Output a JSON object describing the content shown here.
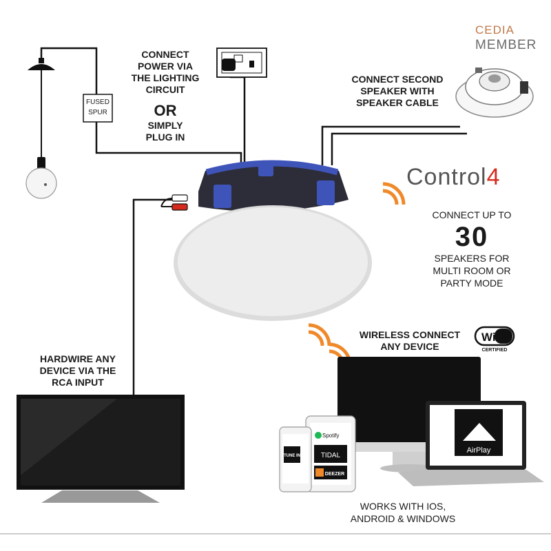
{
  "labels": {
    "power": [
      "CONNECT",
      "POWER VIA",
      "THE LIGHTING",
      "CIRCUIT"
    ],
    "or": "OR",
    "plug": [
      "SIMPLY",
      "PLUG IN"
    ],
    "fused_spur": [
      "FUSED",
      "SPUR"
    ],
    "second_speaker": [
      "CONNECT SECOND",
      "SPEAKER WITH",
      "SPEAKER CABLE"
    ],
    "hardwire": [
      "HARDWIRE ANY",
      "DEVICE VIA THE",
      "RCA INPUT"
    ],
    "wireless": [
      "WIRELESS CONNECT",
      "ANY DEVICE"
    ],
    "connect_up_to": "CONNECT UP TO",
    "speaker_count": "30",
    "multi_room": [
      "SPEAKERS FOR",
      "MULTI ROOM OR",
      "PARTY MODE"
    ],
    "works_with": [
      "WORKS WITH IOS,",
      "ANDROID & WINDOWS"
    ]
  },
  "logos": {
    "cedia_top": "CEDIA",
    "cedia_bottom": "MEMBER",
    "control4_text": "Control",
    "control4_num": "4",
    "wifi_text": "WiFi",
    "wifi_certified": "CERTIFIED",
    "airplay": "AirPlay",
    "spotify": "Spotify",
    "tidal": "TIDAL",
    "deezer": "DEEZER",
    "tunein": "TUNE IN"
  },
  "colors": {
    "wifi_orange": "#f0892a",
    "speaker_blue": "#3f54b8",
    "control4_red": "#d52b1e",
    "cedia_copper": "#c07a4a",
    "wire": "#111111"
  },
  "icons": [
    "pendant-light-icon",
    "wall-socket-icon",
    "wifi-signal-icon",
    "tv-icon",
    "monitor-icon",
    "laptop-icon",
    "phone-icon",
    "tablet-icon"
  ]
}
